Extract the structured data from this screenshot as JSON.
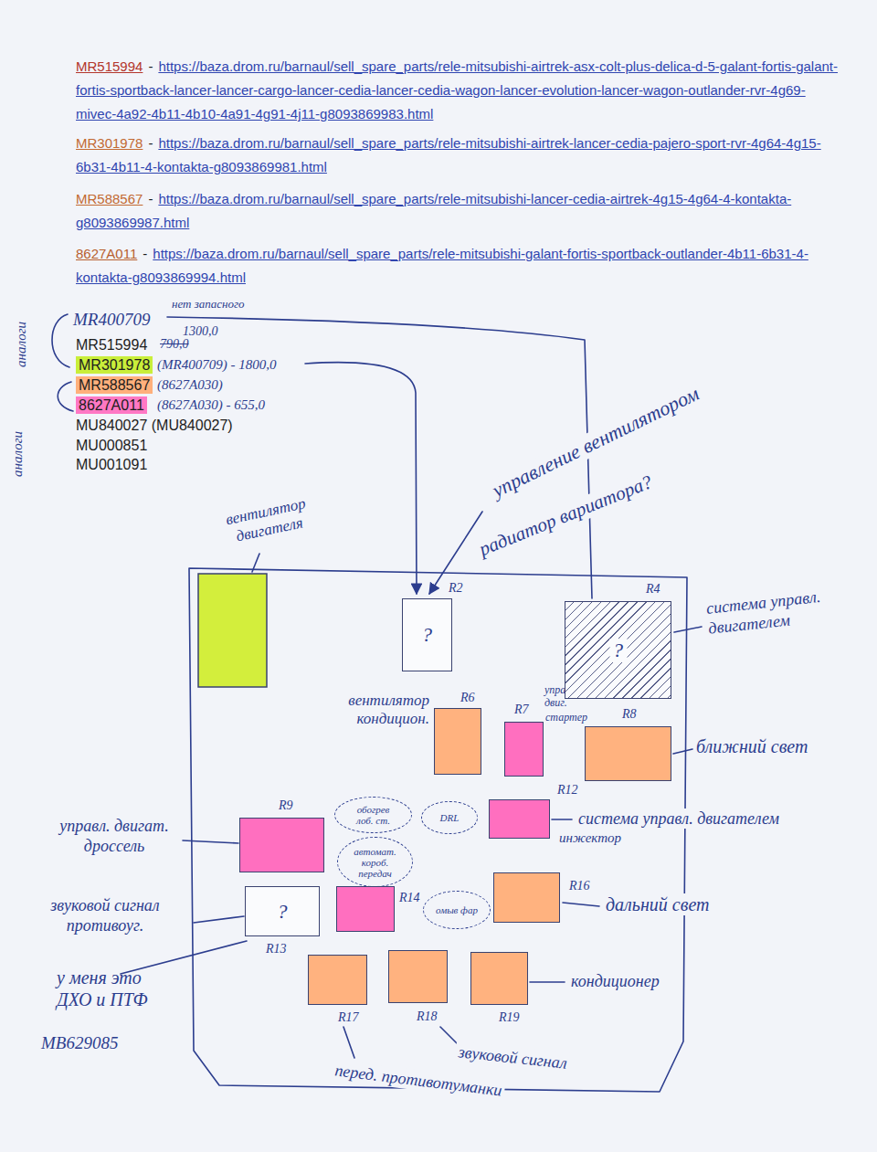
{
  "diagram": {
    "nodes": [
      {
        "text": [
          "R2",
          "?"
        ]
      },
      {
        "text": [
          "R4",
          "?"
        ]
      },
      {
        "text": [
          "R6"
        ]
      },
      {
        "text": [
          "R7"
        ]
      },
      {
        "text": [
          "R8"
        ]
      },
      {
        "text": [
          "R9"
        ]
      },
      {
        "text": [
          "обогрев лоб. ст."
        ]
      },
      {
        "text": [
          "DRL"
        ]
      },
      {
        "text": [
          "R12"
        ]
      },
      {
        "text": [
          "автомат. короб. передач"
        ]
      },
      {
        "text": [
          "?",
          "R13"
        ]
      },
      {
        "text": [
          "R14"
        ]
      },
      {
        "text": [
          "омыв фар"
        ]
      },
      {
        "text": [
          "R16"
        ]
      },
      {
        "text": [
          "R17"
        ]
      },
      {
        "text": [
          "R18"
        ]
      },
      {
        "text": [
          "R19"
        ]
      }
    ],
    "labels": [
      "MR515994",
      "-",
      "https://baza.drom.ru/barnaul/sell_spare_parts/rele-mitsubishi-airtrek-asx-colt-plus-delica-d-5-galant-fortis-galant-fortis-sportback-lancer-lancer-cargo-lancer-cedia-lancer-cedia-wagon-lancer-evolution-lancer-wagon-outlander-rvr-4g69-mivec-4a92-4b11-4b10-4a91-4g91-4j11-g8093869983.html",
      "MR301978",
      "-",
      "https://baza.drom.ru/barnaul/sell_spare_parts/rele-mitsubishi-airtrek-lancer-cedia-pajero-sport-rvr-4g64-4g15-6b31-4b11-4-kontakta-g8093869981.html",
      "MR588567",
      "-",
      "https://baza.drom.ru/barnaul/sell_spare_parts/rele-mitsubishi-lancer-cedia-airtrek-4g15-4g64-4-kontakta-g8093869987.html",
      "8627A011",
      "-",
      "https://baza.drom.ru/barnaul/sell_spare_parts/rele-mitsubishi-galant-fortis-sportback-outlander-4b11-6b31-4-kontakta-g8093869994.html",
      "аналоги",
      "аналоги",
      "MR400709",
      "нет запасного",
      "1300,0",
      "MR515994",
      "790,0",
      "MR301978",
      "(MR400709) - 1800,0",
      "MR588567",
      "(8627A030)",
      "8627A011",
      "(8627A030) - 655,0",
      "MU840027 (MU840027)",
      "MU000851",
      "MU001091",
      "вентилятор двигателя",
      "управление вентилятором",
      "радиатор вариатора?",
      "система управл. двигателем",
      "вентилятор кондицион.",
      "управл. двиг.",
      "стартер",
      "ближний свет",
      "управл. двигат. дроссель",
      "система управл. двигателем",
      "инжектор",
      "звуковой сигнал противоуг.",
      "у меня это ДХО и ПТФ",
      "MB629085",
      "дальний свет",
      "кондиционер",
      "звуковой сигнал",
      "перед. противотуманки"
    ]
  }
}
